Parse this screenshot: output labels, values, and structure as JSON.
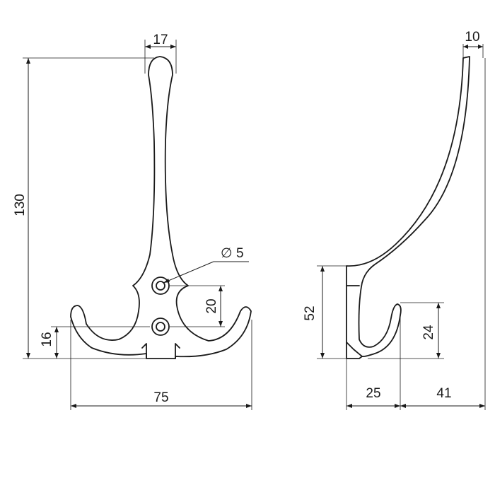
{
  "front_view": {
    "dimensions": {
      "top_width": "17",
      "overall_height": "130",
      "hole_diameter": "5",
      "hole_spacing": "20",
      "arm_height": "16",
      "overall_width": "75"
    },
    "diameter_symbol": "∅"
  },
  "side_view": {
    "dimensions": {
      "top_thickness": "10",
      "base_height": "52",
      "hook_height": "24",
      "hook_depth": "25",
      "projection": "41"
    }
  }
}
